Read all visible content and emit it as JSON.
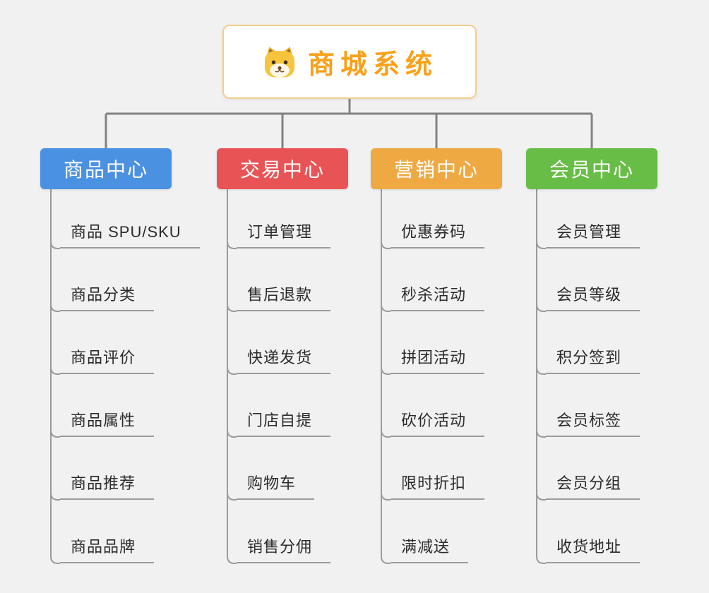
{
  "root": {
    "title": "商城系统",
    "icon": "dog-icon",
    "accent_color": "#f9a11b",
    "border_color": "#f3cd8a"
  },
  "connector_color": "#828282",
  "branches": [
    {
      "label": "商品中心",
      "color": "#4b91e2",
      "items": [
        "商品 SPU/SKU",
        "商品分类",
        "商品评价",
        "商品属性",
        "商品推荐",
        "商品品牌"
      ]
    },
    {
      "label": "交易中心",
      "color": "#e85456",
      "items": [
        "订单管理",
        "售后退款",
        "快递发货",
        "门店自提",
        "购物车",
        "销售分佣"
      ]
    },
    {
      "label": "营销中心",
      "color": "#efa943",
      "items": [
        "优惠券码",
        "秒杀活动",
        "拼团活动",
        "砍价活动",
        "限时折扣",
        "满减送"
      ]
    },
    {
      "label": "会员中心",
      "color": "#67bd45",
      "items": [
        "会员管理",
        "会员等级",
        "积分签到",
        "会员标签",
        "会员分组",
        "收货地址"
      ]
    }
  ]
}
